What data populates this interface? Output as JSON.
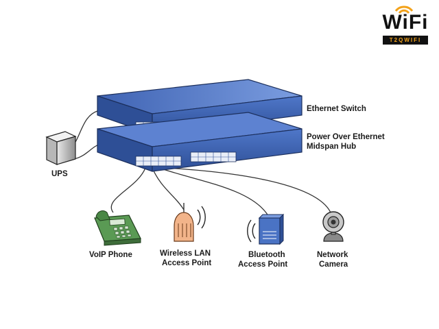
{
  "logo": {
    "word": "WiFi",
    "subtitle": "T2QWIFI",
    "accent": "#f3a21a"
  },
  "labels": {
    "ethernet_switch": "Ethernet Switch",
    "poe_hub_line1": "Power Over Ethernet",
    "poe_hub_line2": "Midspan Hub",
    "ups": "UPS",
    "voip_phone": "VoIP Phone",
    "wlan_line1": "Wireless LAN",
    "wlan_line2": "Access Point",
    "bt_line1": "Bluetooth",
    "bt_line2": "Access Point",
    "camera_line1": "Network",
    "camera_line2": "Camera"
  },
  "colors": {
    "device_blue": "#4a73c4",
    "device_blue_dark": "#2b4a8f",
    "phone_green": "#5a9a54",
    "wlan_orange": "#f2b48a",
    "camera_grey": "#c9c9c9"
  }
}
